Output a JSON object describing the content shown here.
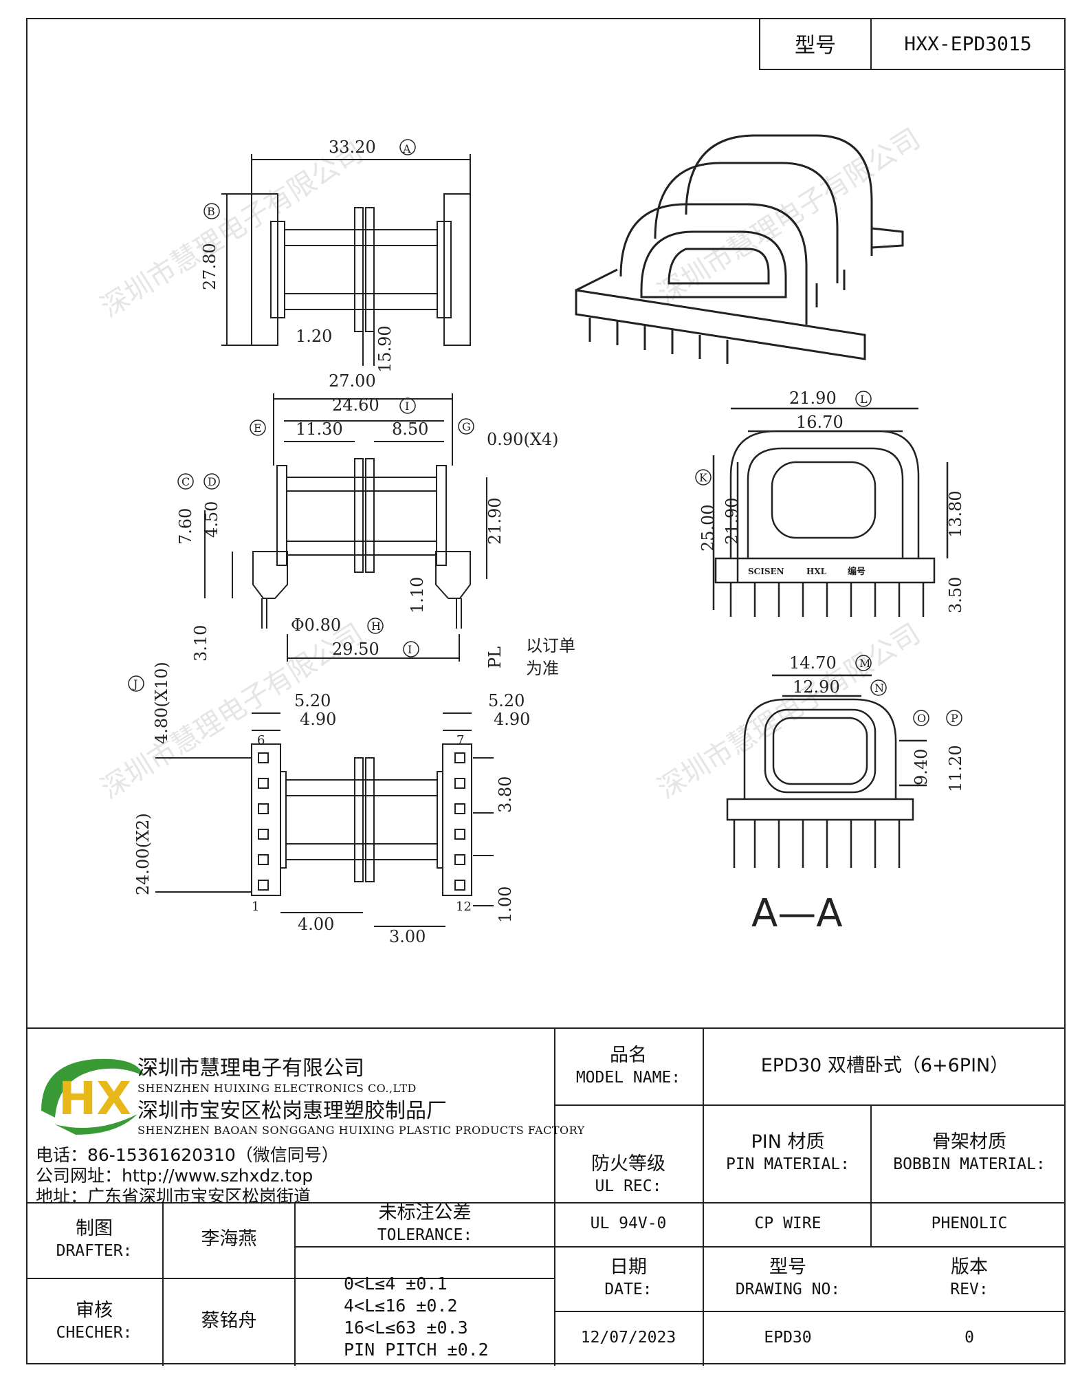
{
  "header": {
    "model_label": "型号",
    "model_value": "HXX-EPD3015"
  },
  "watermark": "深圳市慧理电子有限公司",
  "drawing": {
    "dims": {
      "d1": "33.20",
      "a": "A",
      "d2": "27.80",
      "b": "B",
      "d3": "1.20",
      "d4": "15.90",
      "d5": "27.00",
      "d6": "24.60",
      "e": "E",
      "d7": "11.30",
      "d8": "8.50",
      "g": "G",
      "d9": "0.90(X4)",
      "c": "C",
      "d10": "7.60",
      "d11": "4.50",
      "dd": "D",
      "d12": "21.90",
      "d13": "3.10",
      "d14": "Φ0.80",
      "h": "H",
      "d15": "1.10",
      "d16": "29.50",
      "i": "I",
      "pl": "PL",
      "note1": "以订单",
      "note2": "为准",
      "d17": "4.80(X10)",
      "j": "J",
      "d18": "5.20",
      "d19": "4.90",
      "d20": "5.20",
      "d21": "4.90",
      "p6": "6",
      "p7": "7",
      "d22": "3.80",
      "d23": "24.00(X2)",
      "d24": "1.00",
      "p1": "1",
      "d25": "4.00",
      "d26": "3.00",
      "p12": "12",
      "d27": "21.90",
      "l": "L",
      "d28": "16.70",
      "k": "K",
      "d29": "25.00",
      "d30": "21.90",
      "d31": "13.80",
      "d32": "3.50",
      "brand1": "SCISEN",
      "brand2": "HXL",
      "brand3": "编号",
      "d33": "14.70",
      "m": "M",
      "d34": "12.90",
      "n": "N",
      "o": "O",
      "p": "P",
      "d35": "9.40",
      "d36": "11.20",
      "section": "A—A"
    }
  },
  "company": {
    "logo_text": "HX",
    "name_cn": "深圳市慧理电子有限公司",
    "name_en": "SHENZHEN HUIXING ELECTRONICS CO.,LTD",
    "factory_cn": "深圳市宝安区松岗惠理塑胶制品厂",
    "factory_en": "SHENZHEN BAOAN SONGGANG HUIXING PLASTIC PRODUCTS FACTORY",
    "phone": "电话：86-15361620310（微信同号）",
    "website": "公司网址：http://www.szhxdz.top",
    "address": "地址：广东省深圳市宝安区松岗街道"
  },
  "titleblock": {
    "model_name_cn": "品名",
    "model_name_en": "MODEL NAME:",
    "model_name_value": "EPD30 双槽卧式（6+6PIN）",
    "ul_cn": "防火等级",
    "ul_en": "UL REC:",
    "pin_cn": "PIN 材质",
    "pin_en": "PIN MATERIAL:",
    "bobbin_cn": "骨架材质",
    "bobbin_en": "BOBBIN MATERIAL:",
    "ul_value": "UL 94V-0",
    "pin_value": "CP WIRE",
    "bobbin_value": "PHENOLIC",
    "drafter_cn": "制图",
    "drafter_en": "DRAFTER:",
    "drafter_name": "李海燕",
    "checker_cn": "审核",
    "checker_en": "CHECHER:",
    "checker_name": "蔡铭舟",
    "tol_cn": "未标注公差",
    "tol_en": "TOLERANCE:",
    "tol_lines": [
      "0<L≤4  ±0.1",
      "4<L≤16 ±0.2",
      "16<L≤63 ±0.3",
      "PIN PITCH ±0.2"
    ],
    "date_cn": "日期",
    "date_en": "DATE:",
    "date_value": "12/07/2023",
    "drawing_no_cn": "型号",
    "drawing_no_en": "DRAWING NO:",
    "drawing_no_value": "EPD30",
    "rev_cn": "版本",
    "rev_en": "REV:",
    "rev_value": "0"
  },
  "colors": {
    "logo_green": "#3a9a35",
    "logo_yellow": "#e8b81a",
    "line": "#222222"
  }
}
